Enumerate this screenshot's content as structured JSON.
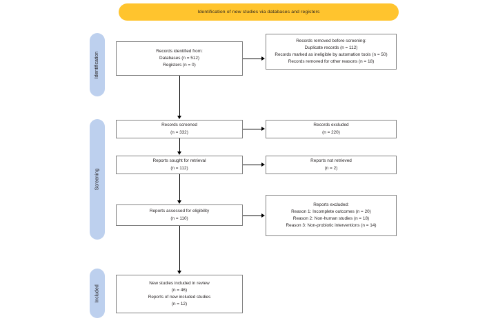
{
  "banner": {
    "title": "Identification of new studies via databases and registers",
    "color": "#FFC42E"
  },
  "phases": {
    "color": "#BDD0EE",
    "identification": "Identification",
    "screening": "Screening",
    "included": "Included"
  },
  "nodes": {
    "identified": "Records identified from:\nDatabases (n = 512)\nRegisters (n = 0)",
    "removed": "Records removed before screening:\nDuplicate records (n = 112)\nRecords marked as ineligible by automation tools (n = 50)\nRecords removed for other reasons (n = 18)",
    "screened": "Records screened\n(n = 332)",
    "excluded": "Records excluded\n(n = 220)",
    "sought": "Reports sought for retrieval\n(n = 112)",
    "not_retrieved": "Reports not retrieved\n(n = 2)",
    "assessed": "Reports assessed for eligibility\n(n = 110)",
    "reports_excluded": "Reports excluded:\nReason 1: Incomplete outcomes (n = 20)\nReason 2: Non-human studies (n = 18)\nReason 3: Non-probiotic interventions (n = 14)",
    "new_included": "New studies included in review\n(n = 46)\nReports of new included studies\n(n = 12)"
  },
  "counts": {
    "databases": 512,
    "registers": 0,
    "duplicate_records": 112,
    "ineligible_automation": 50,
    "removed_other": 18,
    "records_screened": 332,
    "records_excluded": 220,
    "reports_sought": 112,
    "reports_not_retrieved": 2,
    "reports_assessed": 110,
    "reason1_incomplete_outcomes": 20,
    "reason2_non_human_studies": 18,
    "reason3_non_probiotic": 14,
    "new_studies_included": 46,
    "reports_of_new_included": 12
  }
}
